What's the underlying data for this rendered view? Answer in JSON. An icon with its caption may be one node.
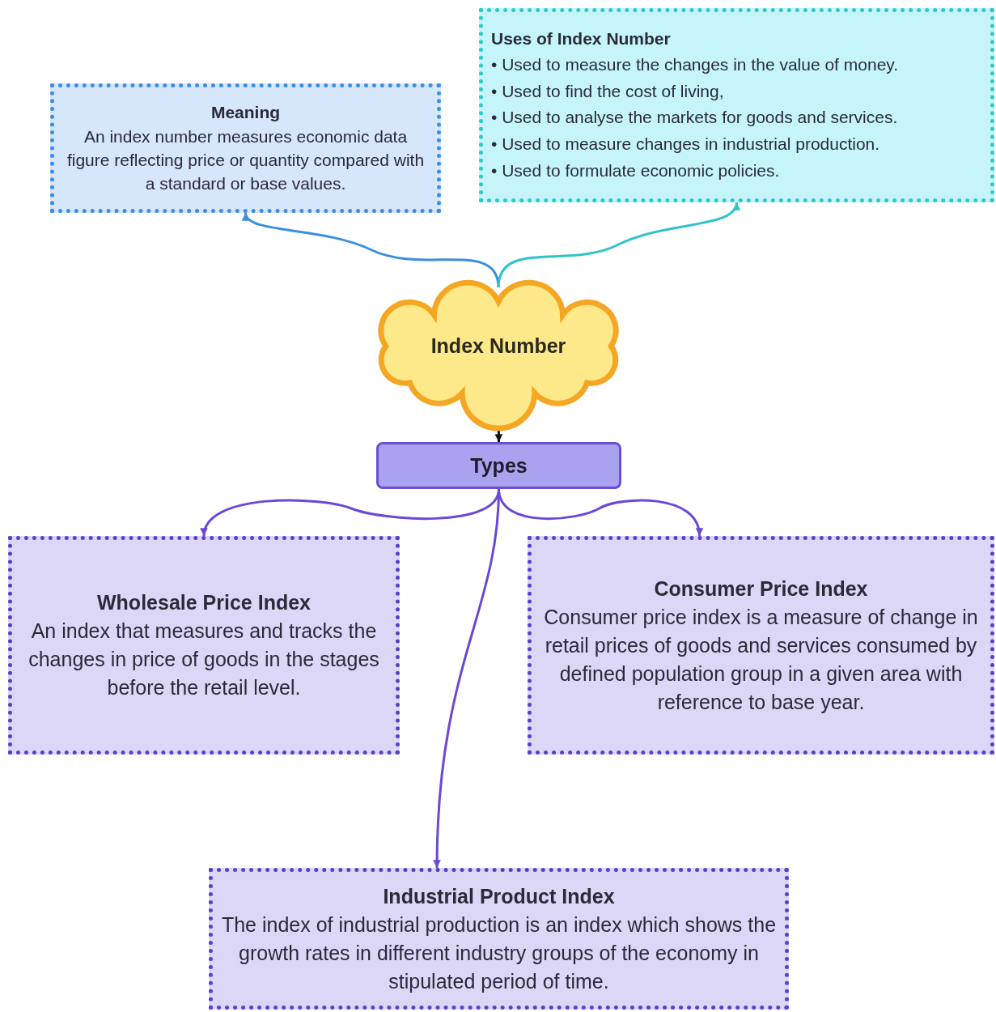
{
  "diagram": {
    "nodes": [
      {
        "text": [
          "Meaning",
          "An index number measures economic data figure reflecting price or quantity compared with a standard or base values."
        ]
      },
      {
        "text": [
          "Uses of Index Number",
          "• Used to measure the changes in the value of money.",
          "• Used to find the cost of living,",
          "• Used to analyse the markets for goods and services.",
          "• Used to measure changes in industrial production.",
          "• Used to formulate economic policies."
        ]
      },
      {
        "text": [
          "Index Number"
        ]
      },
      {
        "text": [
          "Types"
        ]
      },
      {
        "text": [
          "Wholesale Price Index",
          "An index that measures and tracks the changes in price of goods in the stages before the retail level."
        ]
      },
      {
        "text": [
          "Consumer Price Index",
          "Consumer price index is a measure of change in retail prices of goods and services consumed by defined population group in a given area with reference to base year."
        ]
      },
      {
        "text": [
          "Industrial Product Index",
          "The index of industrial production is an index which shows the growth rates in different industry groups of the economy in stipulated period of time."
        ]
      }
    ],
    "edges": [
      {
        "from": 2,
        "to": 0,
        "arrow": "to",
        "color": "#3b8fe0"
      },
      {
        "from": 2,
        "to": 1,
        "arrow": "to",
        "color": "#2ec4cc"
      },
      {
        "from": 2,
        "to": 3,
        "arrow": "to",
        "color": "#111111"
      },
      {
        "from": 3,
        "to": 4,
        "arrow": "to"
      },
      {
        "from": 3,
        "to": 5,
        "arrow": "to"
      },
      {
        "from": 3,
        "to": 6,
        "arrow": "to"
      }
    ]
  }
}
